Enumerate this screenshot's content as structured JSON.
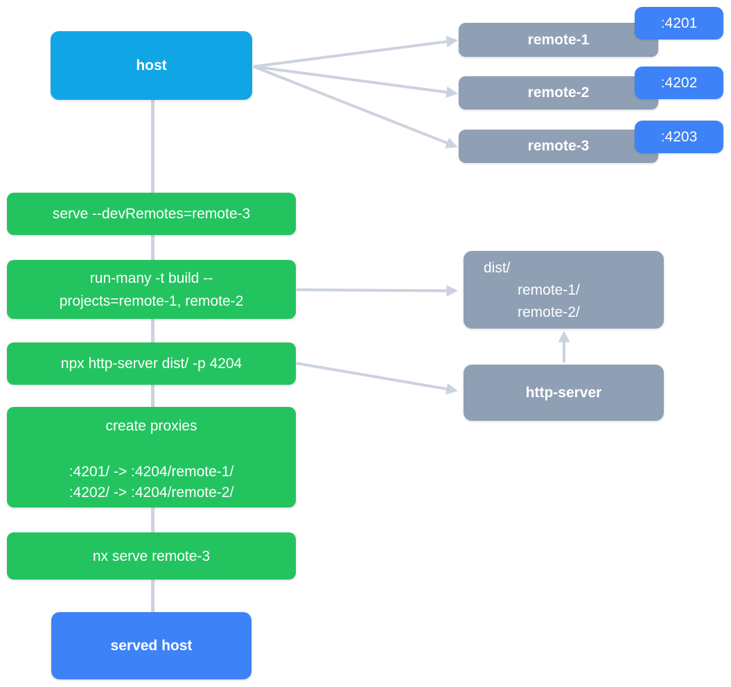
{
  "colors": {
    "host_fill": "#10a6e6",
    "served_host_fill": "#3d82f6",
    "port_badge_fill": "#3d82f6",
    "remote_fill": "#8fa0b5",
    "command_fill": "#23c45f",
    "connector": "#cbd3de",
    "text": "#ffffff"
  },
  "nodes": {
    "host_label": "host",
    "served_host_label": "served host",
    "http_server_label": "http-server"
  },
  "remotes": [
    {
      "label": "remote-1",
      "port": ":4201"
    },
    {
      "label": "remote-2",
      "port": ":4202"
    },
    {
      "label": "remote-3",
      "port": ":4203"
    }
  ],
  "commands": {
    "serve_dev_remotes": "serve --devRemotes=remote-3",
    "run_many_line_1": "run-many -t build --",
    "run_many_line_2": "projects=remote-1, remote-2",
    "npx_http_server": "npx http-server dist/ -p 4204",
    "create_proxies_title": "create proxies",
    "proxy_rules": [
      ":4201/ -> :4204/remote-1/",
      ":4202/ -> :4204/remote-2/"
    ],
    "nx_serve_remote": "nx serve remote-3"
  },
  "dist_folder": {
    "root": "dist/",
    "children": [
      "remote-1/",
      "remote-2/"
    ]
  }
}
